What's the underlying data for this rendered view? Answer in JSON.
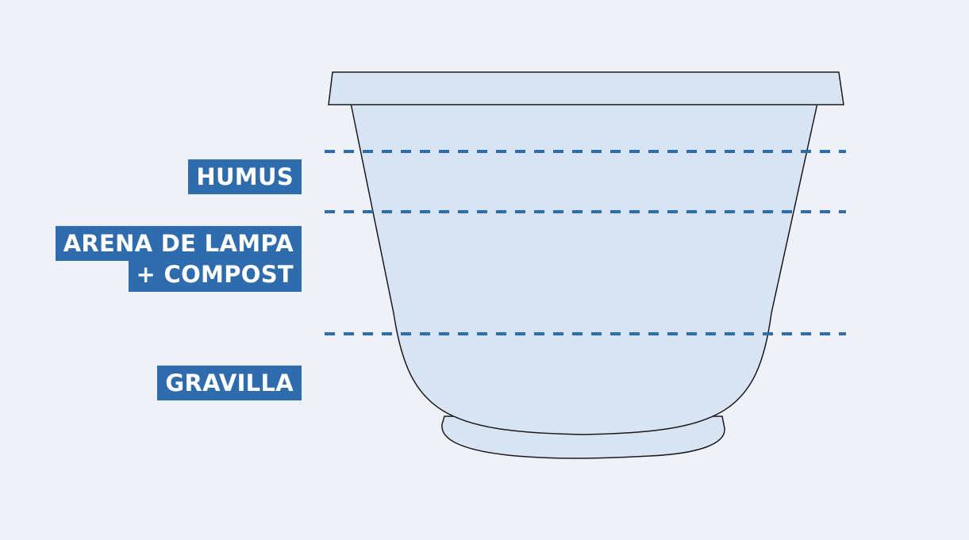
{
  "layers": [
    {
      "id": "humus",
      "lines": [
        "HUMUS"
      ]
    },
    {
      "id": "arena-compost",
      "lines": [
        "ARENA DE LAMPA",
        "+ COMPOST"
      ]
    },
    {
      "id": "gravilla",
      "lines": [
        "GRAVILLA"
      ]
    }
  ],
  "colors": {
    "background": "#eef2f8",
    "pot_fill": "#d8e3f4",
    "pot_outline": "#1a1a1a",
    "label_bg": "#2f6cae",
    "label_text": "#ffffff",
    "dash": "#2f6cae"
  }
}
